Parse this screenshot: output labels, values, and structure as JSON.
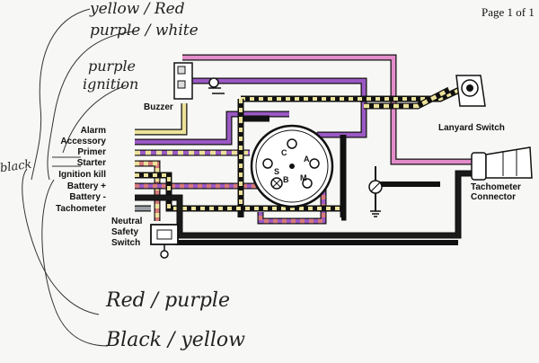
{
  "page": {
    "indicator": "Page 1 of 1"
  },
  "left_labels": {
    "alarm": "Alarm",
    "accessory": "Accessory",
    "primer": "Primer",
    "starter": "Starter",
    "ignition_kill": "Ignition kill",
    "battery_pos": "Battery +",
    "battery_neg": "Battery -",
    "tachometer": "Tachometer"
  },
  "components": {
    "buzzer": "Buzzer",
    "lanyard_switch": "Lanyard Switch",
    "tachometer_connector_line1": "Tachometer",
    "tachometer_connector_line2": "Connector",
    "neutral_safety_line1": "Neutral",
    "neutral_safety_line2": "Safety",
    "neutral_safety_line3": "Switch"
  },
  "switch_terminals": {
    "c": "C",
    "a": "A",
    "s": "S",
    "b": "B",
    "m": "M"
  },
  "handwritten": {
    "yellow_red": "yellow / Red",
    "purple_white": "purple / white",
    "purple_ignition_line1": "purple",
    "purple_ignition_line2": "ignition",
    "black": "black",
    "red_purple": "Red / purple",
    "black_yellow": "Black / yellow"
  },
  "colors": {
    "yellow": "#ece29a",
    "purple": "#9b59c4",
    "pink": "#e38bc9",
    "red": "#d77a7a",
    "black": "#1a1a1a",
    "paper": "#f7f7f5"
  }
}
